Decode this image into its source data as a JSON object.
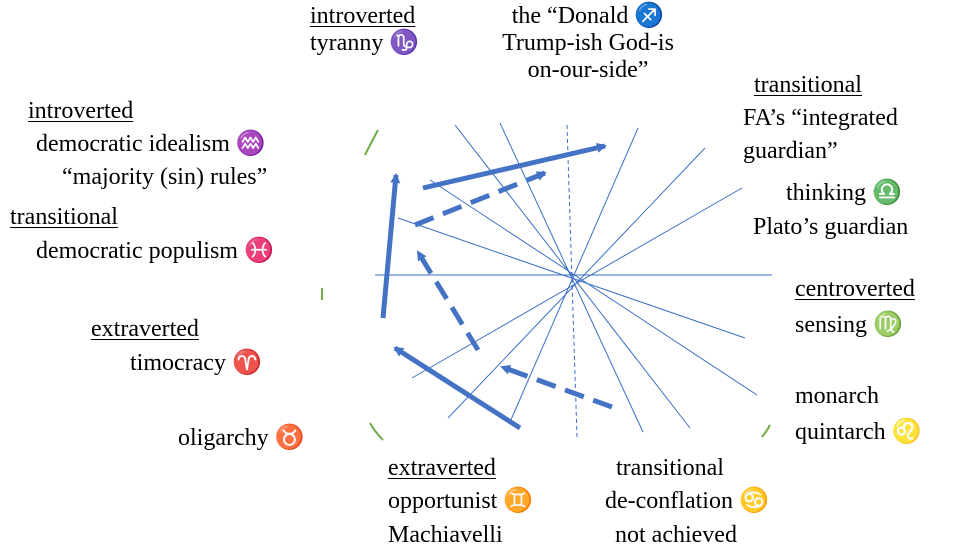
{
  "colors": {
    "axis": "#3d6fc4",
    "arrow": "#4472c4",
    "arc": "#70ad47",
    "text": "#000000"
  },
  "labels": {
    "capricorn": {
      "heading": "introverted",
      "line1": "tyranny ♑"
    },
    "sagittarius": {
      "line1": "the “Donald ♐",
      "line2": "Trump-ish God-is",
      "line3": "on-our-side”"
    },
    "aquarius": {
      "heading": "introverted",
      "line1": "democratic idealism ♒",
      "line2": "“majority (sin) rules”"
    },
    "pisces": {
      "heading": "transitional",
      "line1": "democratic populism ♓"
    },
    "aries": {
      "heading": "extraverted",
      "line1": "timocracy ♈"
    },
    "taurus": {
      "line1": "oligarchy ♉"
    },
    "gemini": {
      "heading": "extraverted",
      "line1": "opportunist ♊",
      "line2": "Machiavelli"
    },
    "cancer": {
      "line1": "transitional",
      "line2": "de-conflation ♋",
      "line3": "not achieved"
    },
    "leo": {
      "line1": "monarch",
      "line2": "quintarch ♌"
    },
    "virgo": {
      "heading": "centroverted",
      "line1": "sensing ♍"
    },
    "libra": {
      "heading": "transitional",
      "line1": "FA’s “integrated",
      "line2": "guardian”",
      "line3": "thinking ♎",
      "line4": "Plato’s guardian"
    }
  }
}
